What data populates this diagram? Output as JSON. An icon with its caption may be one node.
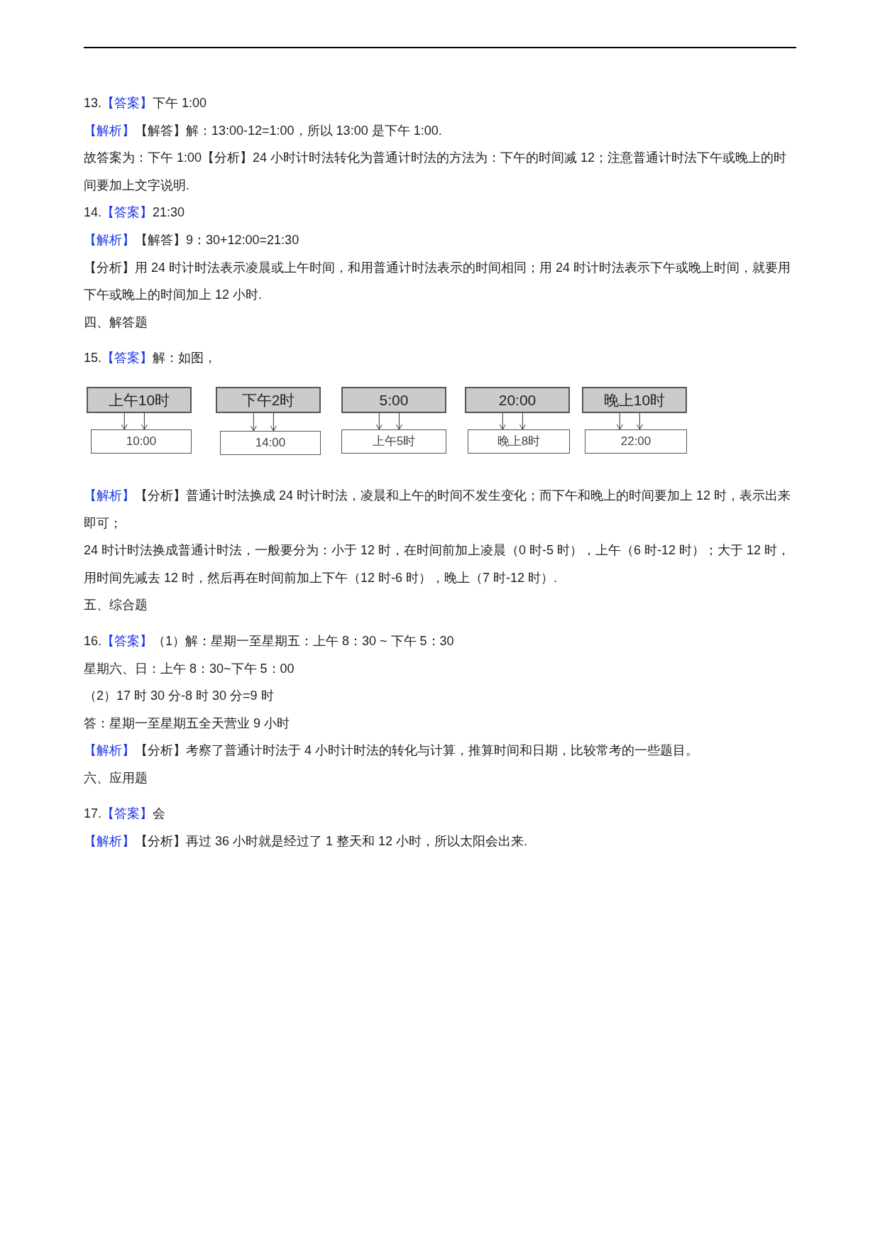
{
  "diagram": {
    "nodes": [
      {
        "text": [
          "上午10时"
        ]
      },
      {
        "text": [
          "10:00"
        ]
      },
      {
        "text": [
          "下午2时"
        ]
      },
      {
        "text": [
          "14:00"
        ]
      },
      {
        "text": [
          "5:00"
        ]
      },
      {
        "text": [
          "上午5时"
        ]
      },
      {
        "text": [
          "20:00"
        ]
      },
      {
        "text": [
          "晚上8时"
        ]
      },
      {
        "text": [
          "晚上10时"
        ]
      },
      {
        "text": [
          "22:00"
        ]
      }
    ],
    "edges": [
      {
        "from": 0,
        "to": 1,
        "arrow": "to"
      },
      {
        "from": 0,
        "to": 1,
        "arrow": "to"
      },
      {
        "from": 2,
        "to": 3,
        "arrow": "to"
      },
      {
        "from": 2,
        "to": 3,
        "arrow": "to"
      },
      {
        "from": 4,
        "to": 5,
        "arrow": "to"
      },
      {
        "from": 4,
        "to": 5,
        "arrow": "to"
      },
      {
        "from": 6,
        "to": 7,
        "arrow": "to"
      },
      {
        "from": 6,
        "to": 7,
        "arrow": "to"
      },
      {
        "from": 8,
        "to": 9,
        "arrow": "to"
      },
      {
        "from": 8,
        "to": 9,
        "arrow": "to"
      }
    ],
    "labels": [
      "13.",
      "【答案】",
      "下午 1:00",
      "【解析】",
      "【解答】解：13:00-12=1:00，所以 13:00 是下午 1:00.",
      "故答案为：下午 1:00【分析】24 小时计时法转化为普通计时法的方法为：下午的时间减 12；注意普通计时法下午或晚上的时间要加上文字说明.",
      "14.",
      "【答案】",
      "21:30",
      "【解析】",
      "【解答】9：30+12:00=21:30",
      "【分析】用 24 时计时法表示凌晨或上午时间，和用普通计时法表示的时间相同；用 24 时计时法表示下午或晚上时间，就要用下午或晚上的时间加上 12 小时.",
      "四、解答题",
      "15.",
      "【答案】",
      "解：如图，",
      "【解析】",
      "【分析】普通计时法换成 24 时计时法，凌晨和上午的时间不发生变化；而下午和晚上的时间要加上 12 时，表示出来即可；",
      "24 时计时法换成普通计时法，一般要分为：小于 12 时，在时间前加上凌晨（0 时-5 时），上午（6 时-12 时）；大于 12 时，用时间先减去 12 时，然后再在时间前加上下午（12 时-6 时），晚上（7 时-12 时）.",
      "五、综合题",
      "16.",
      "【答案】",
      "（1）解：星期一至星期五：上午 8：30 ~ 下午 5：30",
      "星期六、日：上午 8：30~下午 5：00",
      "（2）17 时 30 分-8 时 30 分=9 时",
      "答：星期一至星期五全天营业 9 小时",
      "【解析】",
      "【分析】考察了普通计时法于 4 小时计时法的转化与计算，推算时间和日期，比较常考的一些题目。",
      "六、应用题",
      "17.",
      "【答案】",
      "会",
      "【解析】",
      "【分析】再过 36 小时就是经过了 1 整天和 12 小时，所以太阳会出来."
    ]
  }
}
